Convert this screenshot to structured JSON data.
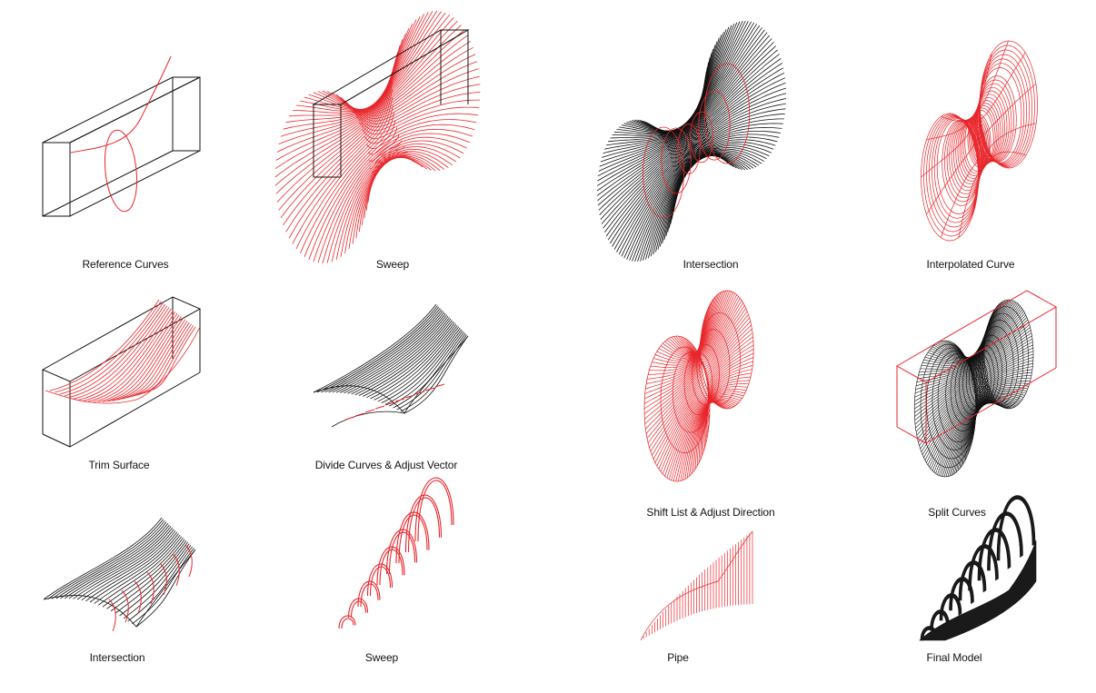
{
  "labels": {
    "reference_curves": "Reference Curves",
    "sweep_1": "Sweep",
    "intersection_1": "Intersection",
    "interpolated_curve": "Interpolated Curve",
    "trim_surface": "Trim Surface",
    "divide_curves": "Divide Curves & Adjust Vector",
    "shift_list": "Shift List & Adjust Direction",
    "split_curves": "Split Curves",
    "intersection_2": "Intersection",
    "sweep_2": "Sweep",
    "pipe": "Pipe",
    "final_model": "Final Model"
  },
  "colors": {
    "red": "#e8262b",
    "black": "#111111",
    "background": "#ffffff"
  }
}
